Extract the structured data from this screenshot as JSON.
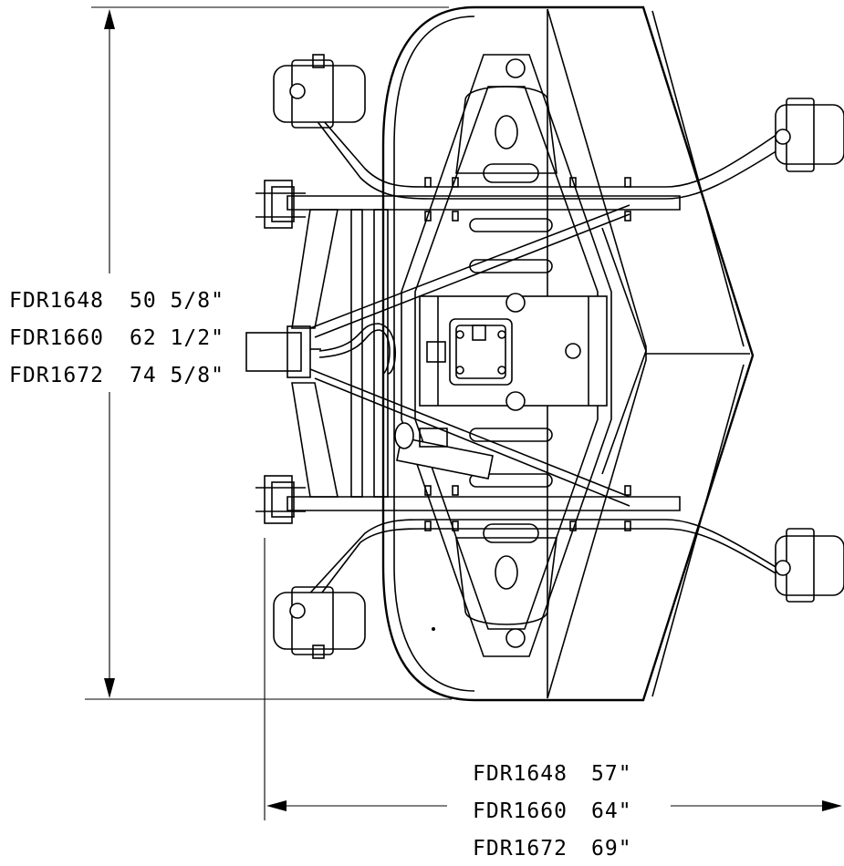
{
  "height_dimensions": [
    {
      "model": "FDR1648",
      "value": "50 5/8\""
    },
    {
      "model": "FDR1660",
      "value": "62 1/2\""
    },
    {
      "model": "FDR1672",
      "value": "74 5/8\""
    }
  ],
  "width_dimensions": [
    {
      "model": "FDR1648",
      "value": "57\""
    },
    {
      "model": "FDR1660",
      "value": "64\""
    },
    {
      "model": "FDR1672",
      "value": "69\""
    }
  ]
}
